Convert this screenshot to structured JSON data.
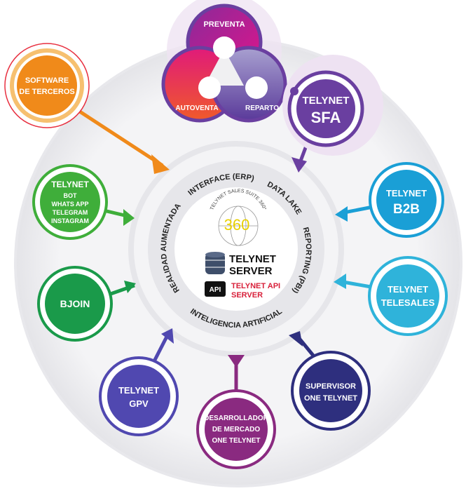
{
  "top_cluster": {
    "preventa": "PREVENTA",
    "autoventa": "AUTOVENTA",
    "reparto": "REPARTO"
  },
  "nodes": {
    "software": [
      "SOFTWARE",
      "DE TERCEROS"
    ],
    "sfa": [
      "TELYNET",
      "SFA"
    ],
    "bot": [
      "TELYNET",
      "BOT",
      "WHATS APP",
      "TELEGRAM",
      "INSTAGRAM"
    ],
    "bjoin": [
      "BJOIN"
    ],
    "gpv": [
      "TELYNET",
      "GPV"
    ],
    "desarrollador": [
      "DESARROLLADOR",
      "DE MERCADO",
      "ONE TELYNET"
    ],
    "supervisor": [
      "SUPERVISOR",
      "ONE TELYNET"
    ],
    "telesales": [
      "TELYNET",
      "TELESALES"
    ],
    "b2b": [
      "TELYNET",
      "B2B"
    ]
  },
  "ring_labels": {
    "interface": "INTERFACE (ERP)",
    "datalake": "DATA LAKE",
    "reporting": "REPORTING (PBI)",
    "ia": "INTELIGENCIA ARTIFICIAL",
    "ra": "REALIDAD AUMENTADA"
  },
  "center": {
    "logo_arc": "TELYNET SALES SUITE 360°",
    "logo_num": "360",
    "server": [
      "TELYNET",
      "SERVER"
    ],
    "api_badge": "API",
    "api_server": [
      "TELYNET API",
      "SERVER"
    ]
  },
  "colors": {
    "software": "#f08a1a",
    "sfa": "#6a3fa0",
    "bot": "#3fae3a",
    "bjoin": "#1a9a4a",
    "gpv": "#5048b0",
    "desarrollador": "#8a2a80",
    "supervisor": "#2e2f7e",
    "telesales": "#2fb3da",
    "b2b": "#1a9fd6",
    "api_red": "#d8203a"
  }
}
